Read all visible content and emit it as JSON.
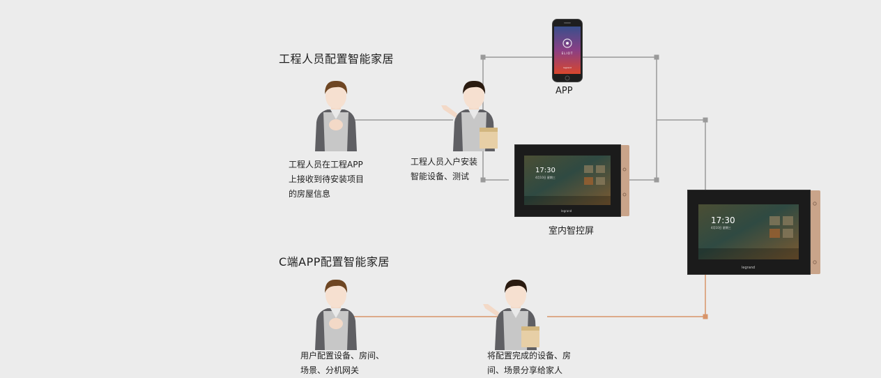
{
  "sections": {
    "engineer_title": "工程人员配置智能家居",
    "consumer_title": "C端APP配置智能家居"
  },
  "captions": {
    "engineer_receive": [
      "工程人员在工程APP",
      "上接收到待安装项目",
      "的房屋信息"
    ],
    "engineer_install": [
      "工程人员入户安装",
      "智能设备、测试"
    ],
    "user_config": [
      "用户配置设备、房间、",
      "场景、分机网关"
    ],
    "share_family": [
      "将配置完成的设备、房",
      "间、场景分享给家人"
    ]
  },
  "devices": {
    "app_label": "APP",
    "panel_label": "室内智控屏",
    "phone_brand": "ELIOT",
    "phone_sub": "legrand",
    "panel_brand": "legrand",
    "panel_time": "17:30",
    "panel_date": "4月10日 星期三"
  },
  "colors": {
    "background": "#ececec",
    "gray_line": "#9a9a9a",
    "orange_line": "#d89468",
    "panel_bezel": "#1b1b1b",
    "panel_gold": "#c9a48a"
  }
}
